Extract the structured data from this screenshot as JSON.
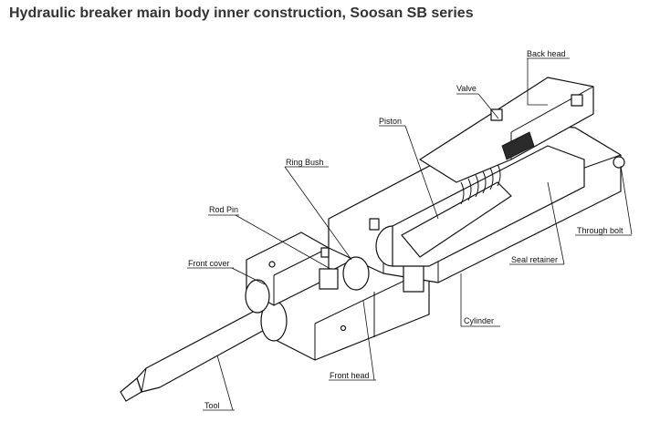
{
  "title": "Hydraulic breaker main body inner construction,  Soosan SB series",
  "labels": {
    "back_head": "Back head",
    "valve": "Valve",
    "piston": "Piston",
    "ring_bush": "Ring Bush",
    "rod_pin": "Rod Pin",
    "front_cover": "Front cover",
    "through_bolt": "Through bolt",
    "seal_retainer": "Seal retainer",
    "cylinder": "Cylinder",
    "front_head": "Front head",
    "tool": "Tool"
  }
}
